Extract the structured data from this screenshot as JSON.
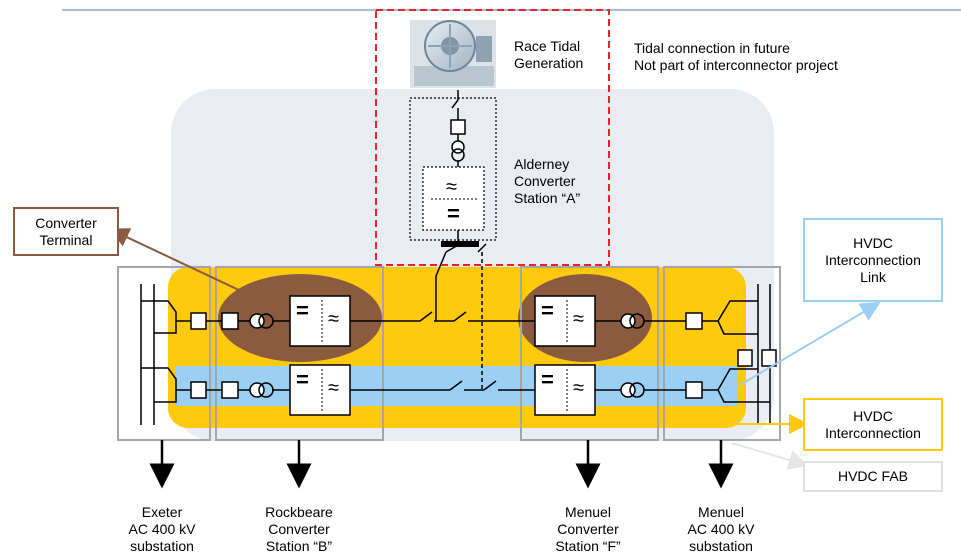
{
  "colors": {
    "header_rule": "#a9bcd6",
    "future_dashed": "#e8212a",
    "fab_zone": "#e9edf3",
    "interconnection": "#ffc90e",
    "blue_band": "#9ccff4",
    "converter_terminal": "#8a5b3e",
    "hvdc_link_accent": "#9ccff4",
    "hvdc_interconnection_accent": "#ffc90e",
    "hvdc_fab_accent": "#e0e0e0"
  },
  "generator": {
    "label_lines": [
      "Race Tidal",
      "Generation"
    ],
    "icon": "tidal-turbine-icon"
  },
  "future_note": {
    "lines": [
      "Tidal connection in future",
      "Not part of interconnector project"
    ]
  },
  "alderney": {
    "label_lines": [
      "Alderney",
      "Converter",
      "Station “A”"
    ]
  },
  "callouts": {
    "converter_terminal": [
      "Converter",
      "Terminal"
    ],
    "hvdc_link": [
      "HVDC",
      "Interconnection",
      "Link"
    ],
    "hvdc_interconnection": [
      "HVDC",
      "Interconnection"
    ],
    "hvdc_fab": [
      "HVDC FAB"
    ]
  },
  "bottom_labels": {
    "exeter": [
      "Exeter",
      "AC 400 kV",
      "substation"
    ],
    "rockbeare": [
      "Rockbeare",
      "Converter",
      "Station “B”"
    ],
    "menuel_converter": [
      "Menuel",
      "Converter",
      "Station “F”"
    ],
    "menuel_substation": [
      "Menuel",
      "AC 400 kV",
      "substation"
    ]
  },
  "symbols": {
    "dc_bar": "=",
    "ac_wave": "≈"
  }
}
